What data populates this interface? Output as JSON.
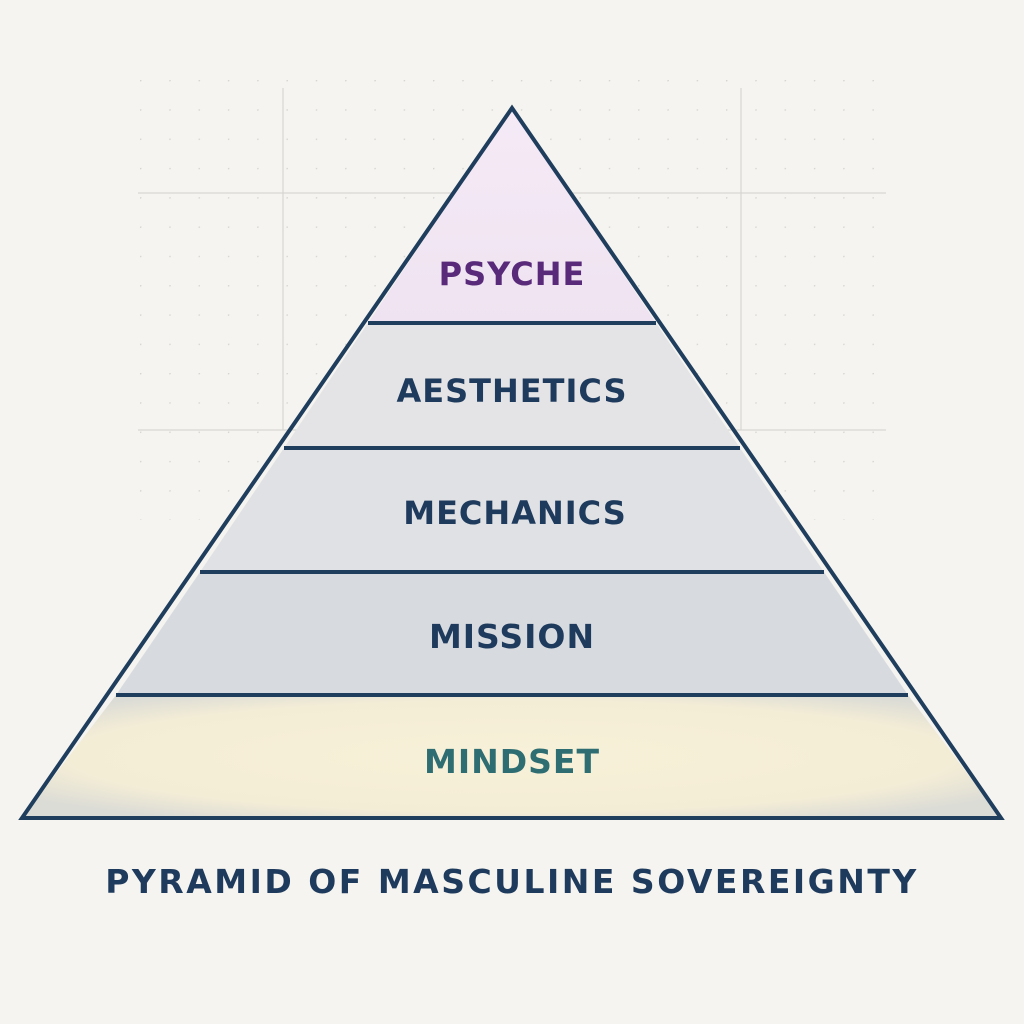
{
  "diagram": {
    "title": "PYRAMID OF MASCULINE SOVEREIGNTY",
    "type": "pyramid",
    "stroke_color": "#1f3d5c",
    "background_color": "#f5f4f0",
    "layers": [
      {
        "label": "PSYCHE",
        "fill": "#f2e6f3",
        "text_color": "#5a2a7a",
        "position": "top"
      },
      {
        "label": "AESTHETICS",
        "fill": "#e4e4e6",
        "text_color": "#1e3a5c",
        "position": "second"
      },
      {
        "label": "MECHANICS",
        "fill": "#dfe1e4",
        "text_color": "#1e3a5c",
        "position": "third"
      },
      {
        "label": "MISSION",
        "fill": "#d7dbe0",
        "text_color": "#1e3a5c",
        "position": "fourth"
      },
      {
        "label": "MINDSET",
        "fill": "#f6f0dc",
        "text_color": "#2e6e72",
        "position": "base"
      }
    ]
  }
}
